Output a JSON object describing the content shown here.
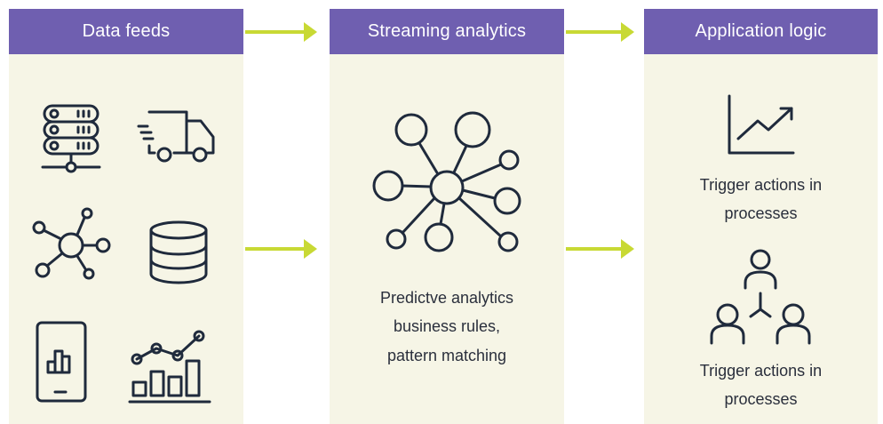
{
  "columns": {
    "data_feeds": {
      "title": "Data feeds"
    },
    "streaming_analytics": {
      "title": "Streaming analytics",
      "caption": "Predictve analytics\nbusiness rules,\npattern matching"
    },
    "application_logic": {
      "title": "Application logic",
      "caption_top": "Trigger actions in\nprocesses",
      "caption_bottom": "Trigger actions in\nprocesses"
    }
  },
  "icons": {
    "data_feeds": [
      "server-icon",
      "delivery-truck-icon",
      "network-hub-icon",
      "database-icon",
      "mobile-chart-icon",
      "bar-line-chart-icon"
    ],
    "streaming_analytics": [
      "network-graph-icon"
    ],
    "application_logic": [
      "trend-chart-icon",
      "hierarchy-people-icon"
    ]
  },
  "colors": {
    "header_bg": "#6f5fb0",
    "panel_bg": "#f6f5e6",
    "arrow": "#c8d934",
    "icon_stroke": "#1f2a3c"
  }
}
